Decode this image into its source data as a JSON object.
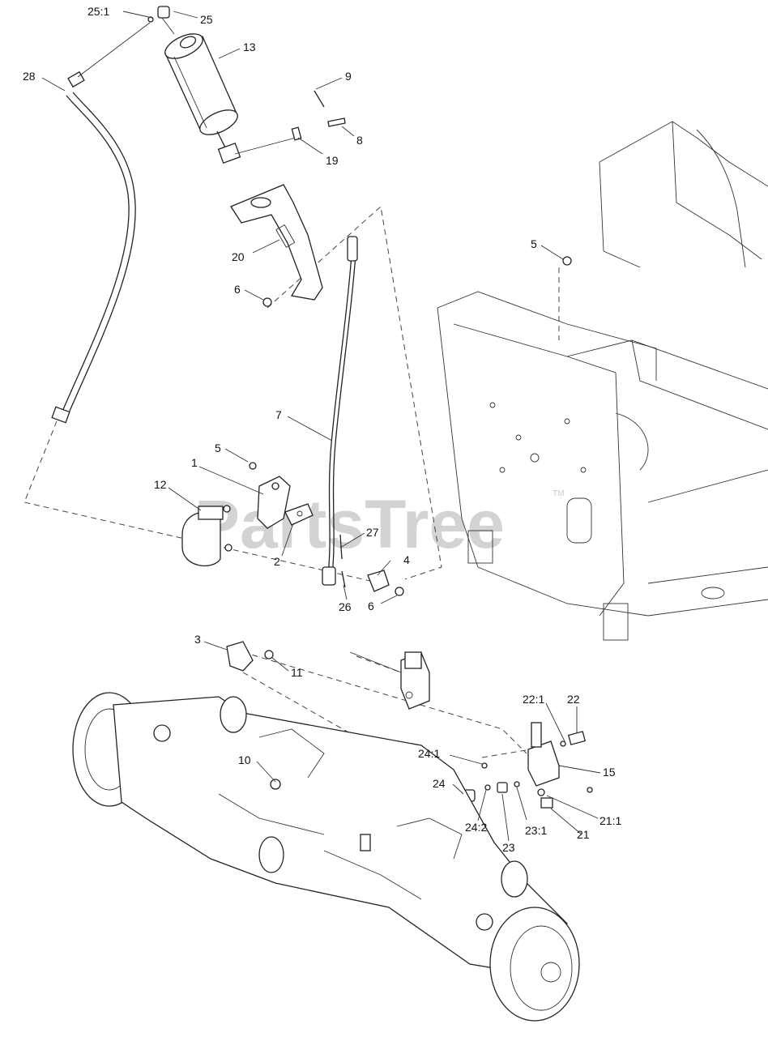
{
  "watermark": {
    "text": "PartsTree",
    "trademark": "TM"
  },
  "callouts": [
    {
      "id": "c-25-1",
      "label": "25:1"
    },
    {
      "id": "c-25",
      "label": "25"
    },
    {
      "id": "c-13",
      "label": "13"
    },
    {
      "id": "c-28",
      "label": "28"
    },
    {
      "id": "c-9",
      "label": "9"
    },
    {
      "id": "c-8",
      "label": "8"
    },
    {
      "id": "c-19",
      "label": "19"
    },
    {
      "id": "c-20",
      "label": "20"
    },
    {
      "id": "c-6a",
      "label": "6"
    },
    {
      "id": "c-5a",
      "label": "5"
    },
    {
      "id": "c-7",
      "label": "7"
    },
    {
      "id": "c-5b",
      "label": "5"
    },
    {
      "id": "c-1",
      "label": "1"
    },
    {
      "id": "c-12",
      "label": "12"
    },
    {
      "id": "c-2",
      "label": "2"
    },
    {
      "id": "c-27",
      "label": "27"
    },
    {
      "id": "c-4",
      "label": "4"
    },
    {
      "id": "c-26",
      "label": "26"
    },
    {
      "id": "c-6b",
      "label": "6"
    },
    {
      "id": "c-3",
      "label": "3"
    },
    {
      "id": "c-11",
      "label": "11"
    },
    {
      "id": "c-22-1",
      "label": "22:1"
    },
    {
      "id": "c-22",
      "label": "22"
    },
    {
      "id": "c-10",
      "label": "10"
    },
    {
      "id": "c-24-1",
      "label": "24:1"
    },
    {
      "id": "c-15",
      "label": "15"
    },
    {
      "id": "c-24",
      "label": "24"
    },
    {
      "id": "c-24-2",
      "label": "24:2"
    },
    {
      "id": "c-23",
      "label": "23"
    },
    {
      "id": "c-23-1",
      "label": "23:1"
    },
    {
      "id": "c-21-1",
      "label": "21:1"
    },
    {
      "id": "c-21",
      "label": "21"
    }
  ]
}
